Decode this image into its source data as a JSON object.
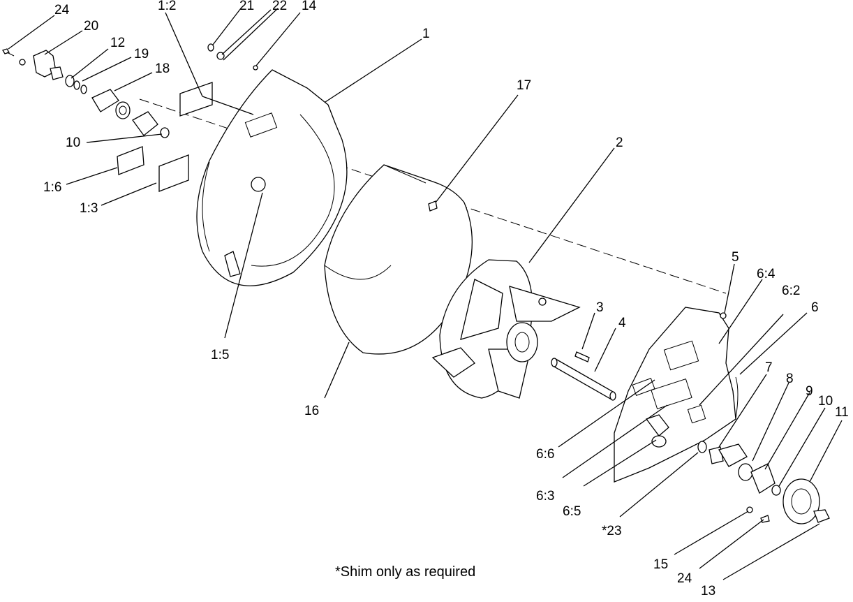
{
  "callouts": {
    "c24a": "24",
    "c20": "20",
    "c12": "12",
    "c19": "19",
    "c18": "18",
    "c1_2": "1:2",
    "c21": "21",
    "c22": "22",
    "c14": "14",
    "c1": "1",
    "c17": "17",
    "c10a": "10",
    "c1_6": "1:6",
    "c1_3": "1:3",
    "c2": "2",
    "c1_5": "1:5",
    "c5": "5",
    "c6_4": "6:4",
    "c6_2": "6:2",
    "c6": "6",
    "c3": "3",
    "c4": "4",
    "c16": "16",
    "c7": "7",
    "c8": "8",
    "c9": "9",
    "c10b": "10",
    "c11": "11",
    "c6_6": "6:6",
    "c6_3": "6:3",
    "c6_5": "6:5",
    "c23": "*23",
    "c15": "15",
    "c24b": "24",
    "c13": "13"
  },
  "footnote": "*Shim only as required"
}
